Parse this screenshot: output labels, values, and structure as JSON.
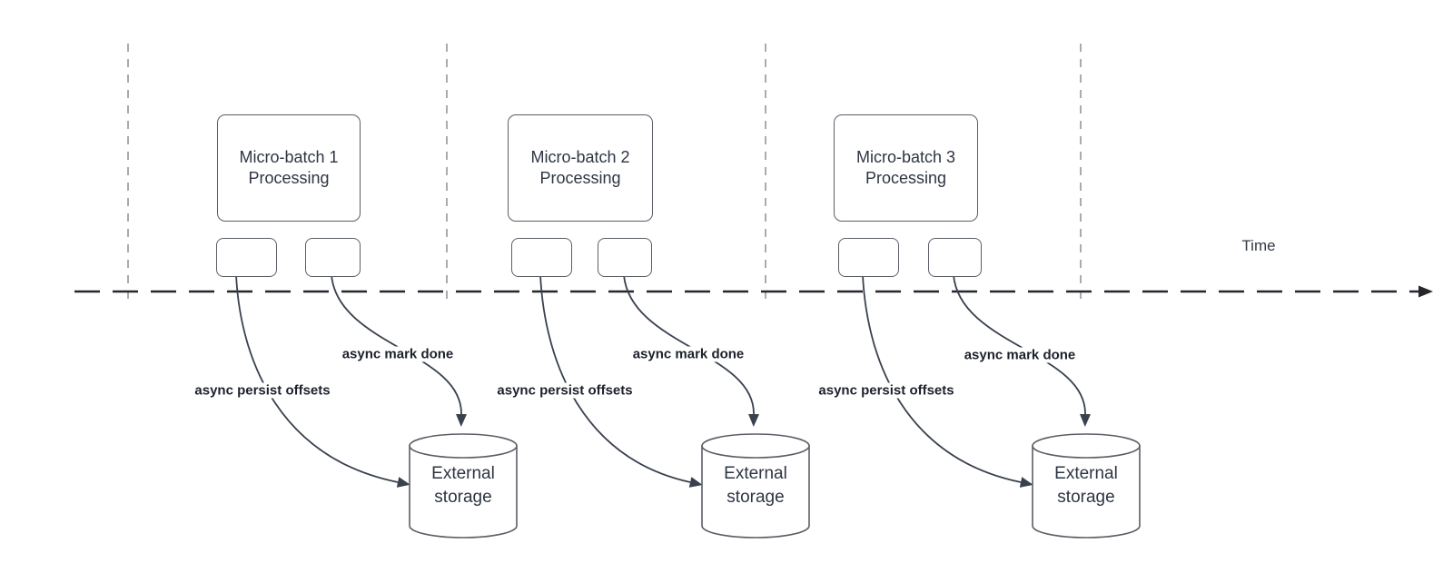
{
  "diagram": {
    "time_label": "Time",
    "groups": [
      {
        "box_line1": "Micro-batch 1",
        "box_line2": "Processing",
        "persist_label": "async persist offsets",
        "done_label": "async mark done",
        "storage_line1": "External",
        "storage_line2": "storage"
      },
      {
        "box_line1": "Micro-batch 2",
        "box_line2": "Processing",
        "persist_label": "async persist offsets",
        "done_label": "async mark done",
        "storage_line1": "External",
        "storage_line2": "storage"
      },
      {
        "box_line1": "Micro-batch 3",
        "box_line2": "Processing",
        "persist_label": "async persist offsets",
        "done_label": "async mark done",
        "storage_line1": "External",
        "storage_line2": "storage"
      }
    ],
    "colors": {
      "shape_stroke": "#5a5e66",
      "arrow_stroke": "#39414e",
      "timeline_stroke": "#25272c",
      "guide_line_stroke": "#a9abae",
      "text": "#2e3643",
      "bold_label_text": "#1d212b",
      "background": "#ffffff"
    }
  }
}
